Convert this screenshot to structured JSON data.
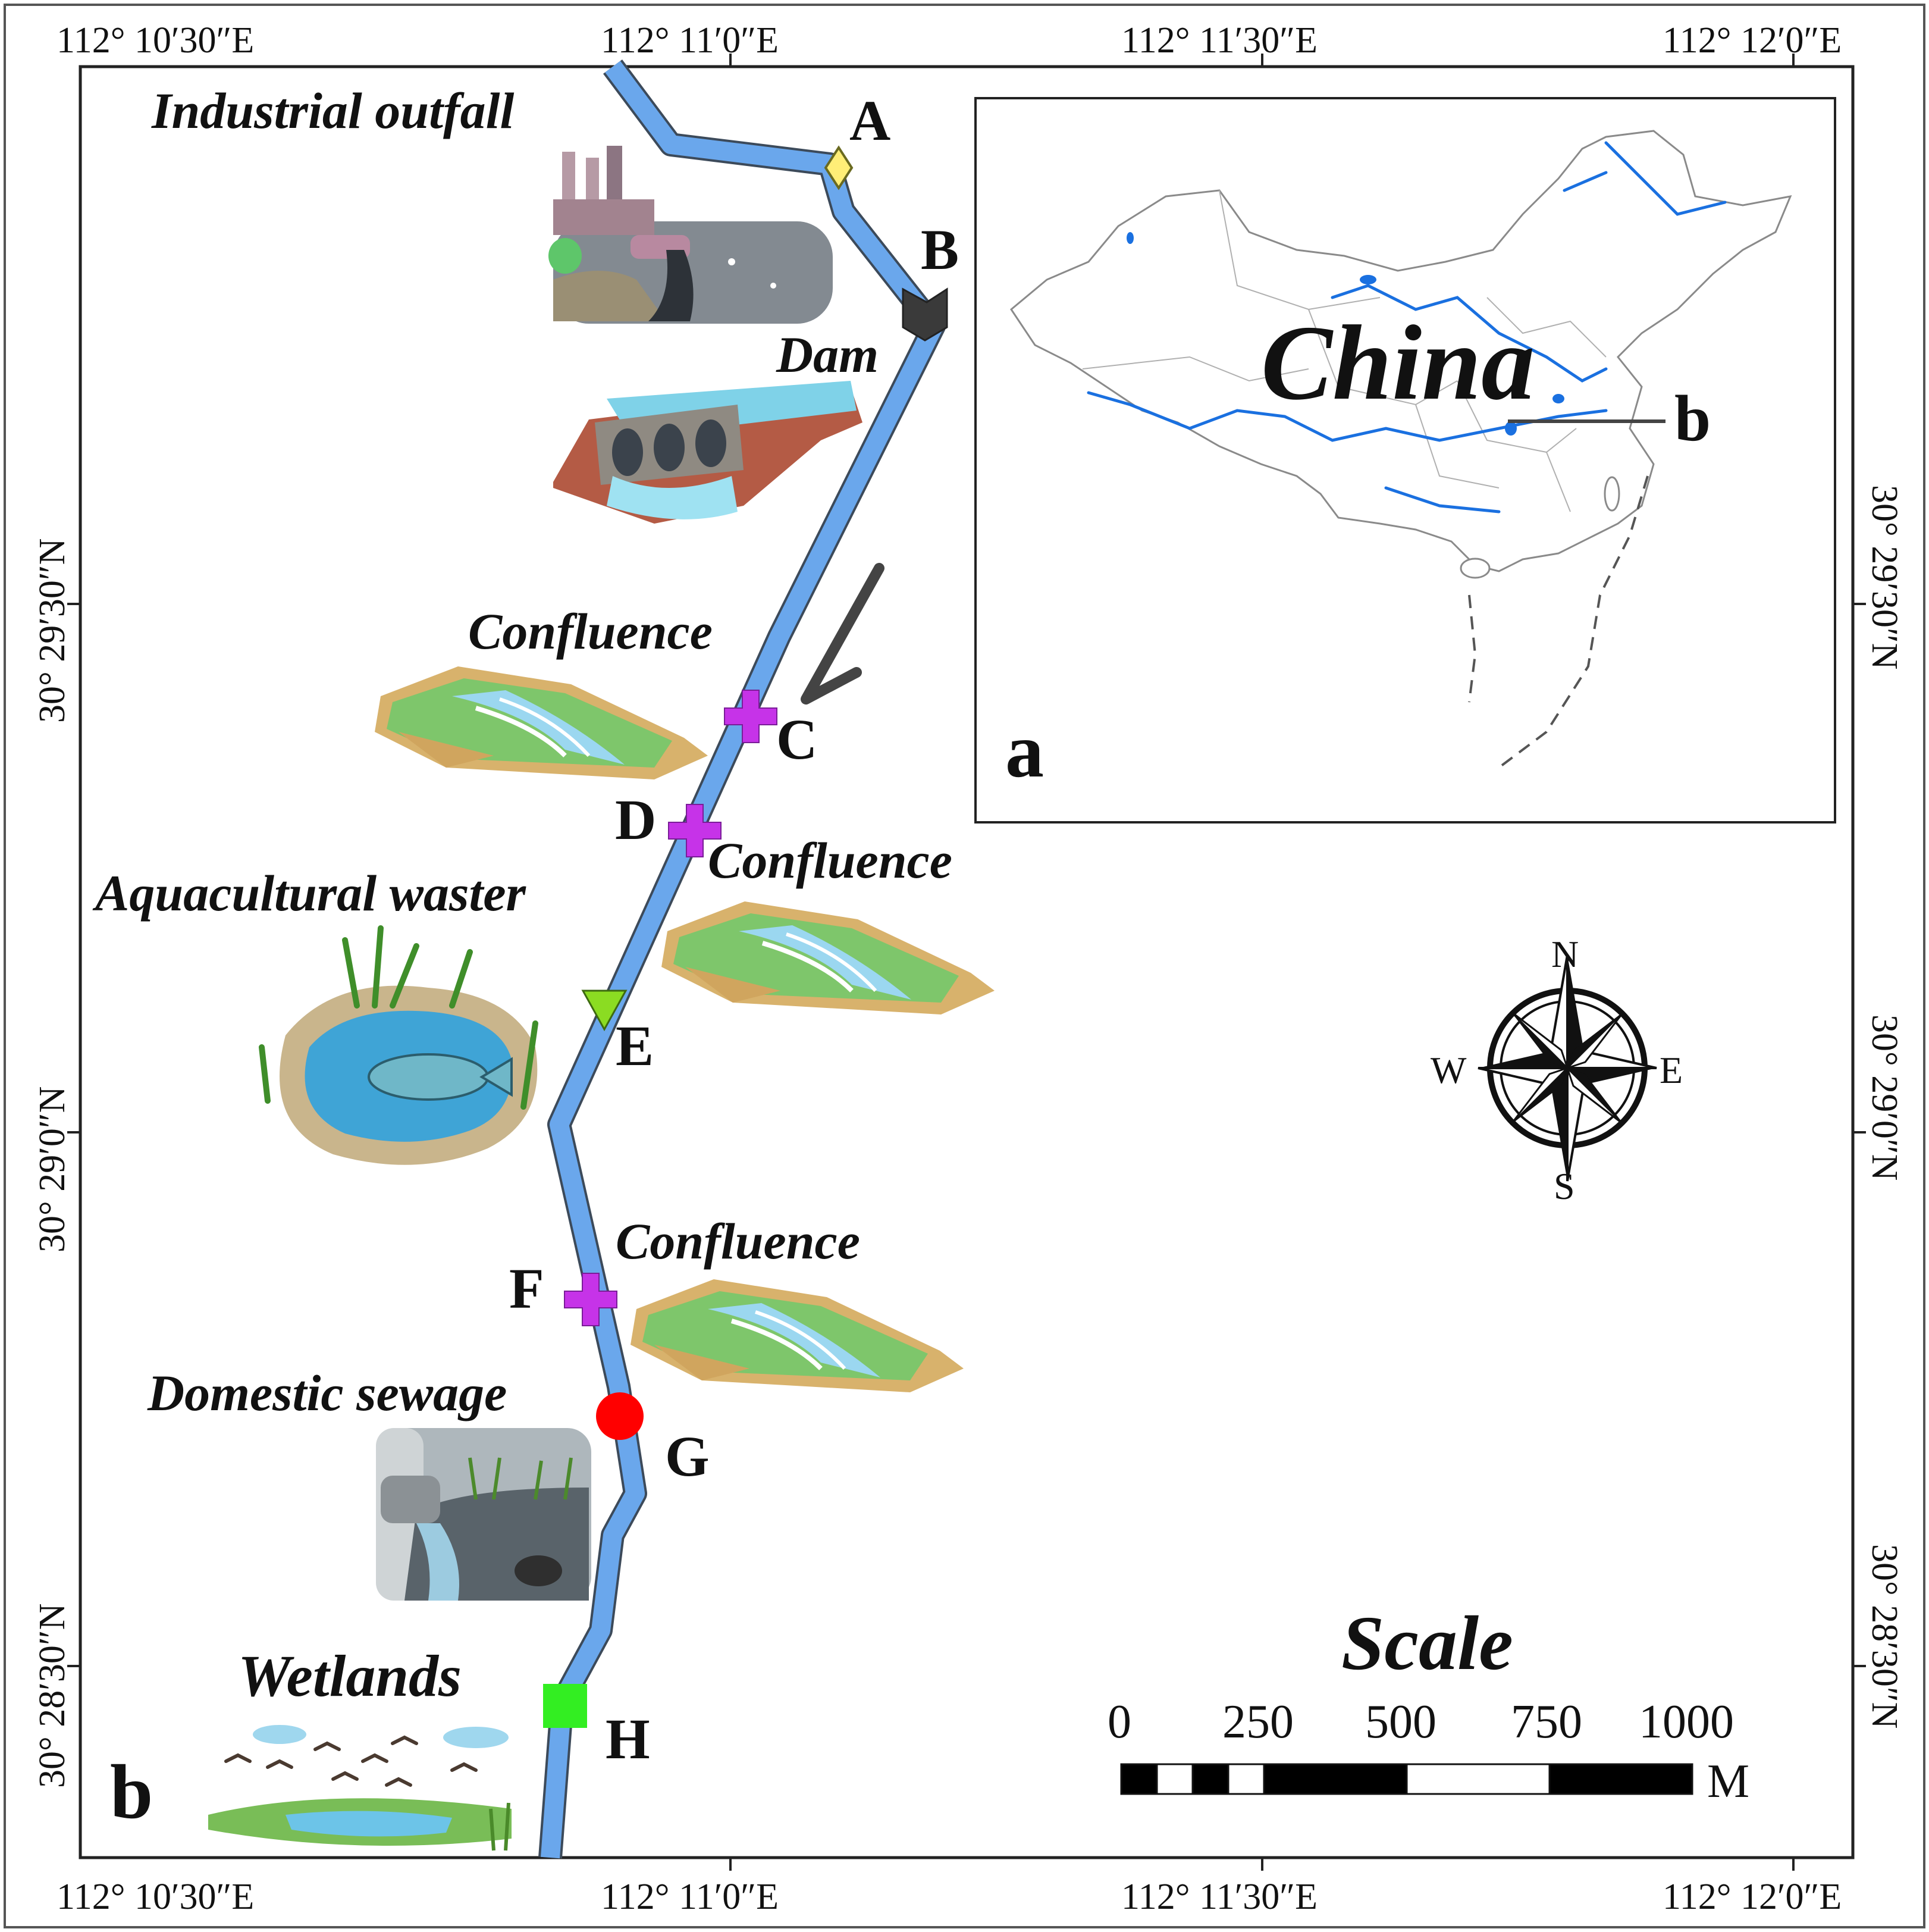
{
  "coordinates": {
    "top": [
      "112°  10′30″E",
      "112°  11′0″E",
      "112°  11′30″E",
      "112°  12′0″E"
    ],
    "bottom": [
      "112°  10′30″E",
      "112°  11′0″E",
      "112°  11′30″E",
      "112°  12′0″E"
    ],
    "left": [
      "30°  29′30″N",
      "30°  29′0″N",
      "30°  28′30″N"
    ],
    "right": [
      "30°  29′30″N",
      "30°  29′0″N",
      "30°  28′30″N"
    ]
  },
  "sites": {
    "A": "A",
    "B": "B",
    "C": "C",
    "D": "D",
    "E": "E",
    "F": "F",
    "G": "G",
    "H": "H"
  },
  "sources": {
    "industrial": "Industrial outfall",
    "dam": "Dam",
    "confluence_1": "Confluence",
    "confluence_2": "Confluence",
    "aquacultural": "Aquacultural waster",
    "confluence_3": "Confluence",
    "domestic": "Domestic sewage",
    "wetlands": "Wetlands"
  },
  "inset": {
    "country": "China",
    "panel_label": "a",
    "pointer_label": "b"
  },
  "panel_b_label": "b",
  "compass": {
    "north": "N",
    "south": "S",
    "east": "E",
    "west": "W"
  },
  "scale": {
    "title": "Scale",
    "ticks": [
      "0",
      "250",
      "500",
      "750",
      "1000"
    ],
    "unit": "M"
  },
  "colors": {
    "river": "#6aa7ec",
    "river_outline": "#3c4a5a",
    "site_A": "#ffee77",
    "site_B": "#3a3a3a",
    "site_CDF": "#c633e8",
    "site_E": "#8bdc22",
    "site_G": "#ff0000",
    "site_H": "#33ee22",
    "inset_water": "#1a70e0"
  }
}
